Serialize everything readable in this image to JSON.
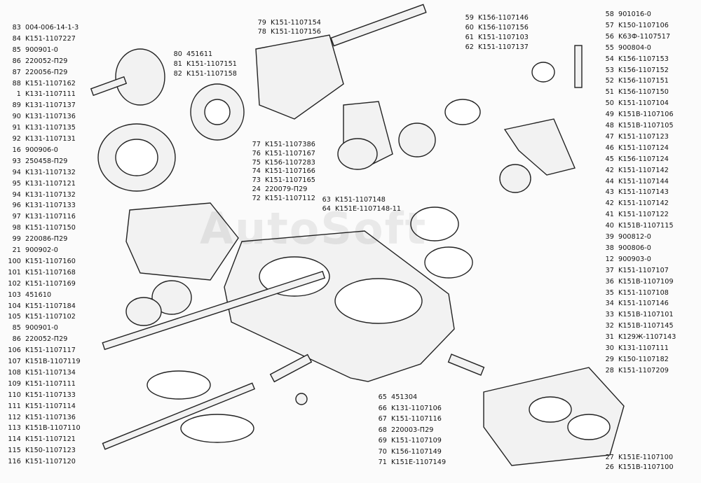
{
  "watermark": "AutoSoft",
  "left_column": [
    {
      "num": "83",
      "part": "004-006-14-1-3"
    },
    {
      "num": "84",
      "part": "K151-1107227"
    },
    {
      "num": "85",
      "part": "900901-0"
    },
    {
      "num": "86",
      "part": "220052-П29"
    },
    {
      "num": "87",
      "part": "220056-П29"
    },
    {
      "num": "88",
      "part": "K151-1107162"
    },
    {
      "num": "1",
      "part": "K131-1107111"
    },
    {
      "num": "89",
      "part": "K131-1107137"
    },
    {
      "num": "90",
      "part": "K131-1107136"
    },
    {
      "num": "91",
      "part": "K131-1107135"
    },
    {
      "num": "92",
      "part": "K131-1107131"
    },
    {
      "num": "16",
      "part": "900906-0"
    },
    {
      "num": "93",
      "part": "250458-П29"
    },
    {
      "num": "94",
      "part": "K131-1107132"
    },
    {
      "num": "95",
      "part": "K131-1107121"
    },
    {
      "num": "94",
      "part": "K131-1107132"
    },
    {
      "num": "96",
      "part": "K131-1107133"
    },
    {
      "num": "97",
      "part": "K131-1107116"
    },
    {
      "num": "98",
      "part": "K151-1107150"
    },
    {
      "num": "99",
      "part": "220086-П29"
    },
    {
      "num": "21",
      "part": "900902-0"
    },
    {
      "num": "100",
      "part": "K151-1107160"
    },
    {
      "num": "101",
      "part": "K151-1107168"
    },
    {
      "num": "102",
      "part": "K151-1107169"
    },
    {
      "num": "103",
      "part": "451610"
    },
    {
      "num": "104",
      "part": "K151-1107184"
    },
    {
      "num": "105",
      "part": "K151-1107102"
    },
    {
      "num": "85",
      "part": "900901-0"
    },
    {
      "num": "86",
      "part": "220052-П29"
    },
    {
      "num": "106",
      "part": "K151-1107117"
    },
    {
      "num": "107",
      "part": "K151B-1107119"
    },
    {
      "num": "108",
      "part": "K151-1107134"
    },
    {
      "num": "109",
      "part": "K151-1107111"
    },
    {
      "num": "110",
      "part": "K151-1107133"
    },
    {
      "num": "111",
      "part": "K151-1107114"
    },
    {
      "num": "112",
      "part": "K151-1107136"
    },
    {
      "num": "113",
      "part": "K151B-1107110"
    },
    {
      "num": "114",
      "part": "K151-1107121"
    },
    {
      "num": "115",
      "part": "K150-1107123"
    },
    {
      "num": "116",
      "part": "K151-1107120"
    }
  ],
  "right_column": [
    {
      "num": "58",
      "part": "901016-0"
    },
    {
      "num": "57",
      "part": "K150-1107106"
    },
    {
      "num": "56",
      "part": "K63Ф-1107517"
    },
    {
      "num": "55",
      "part": "900804-0"
    },
    {
      "num": "54",
      "part": "K156-1107153"
    },
    {
      "num": "53",
      "part": "K156-1107152"
    },
    {
      "num": "52",
      "part": "K156-1107151"
    },
    {
      "num": "51",
      "part": "K156-1107150"
    },
    {
      "num": "50",
      "part": "K151-1107104"
    },
    {
      "num": "49",
      "part": "K151B-1107106"
    },
    {
      "num": "48",
      "part": "K151B-1107105"
    },
    {
      "num": "47",
      "part": "K151-1107123"
    },
    {
      "num": "46",
      "part": "K151-1107124"
    },
    {
      "num": "45",
      "part": "K156-1107124"
    },
    {
      "num": "42",
      "part": "K151-1107142"
    },
    {
      "num": "44",
      "part": "K151-1107144"
    },
    {
      "num": "43",
      "part": "K151-1107143"
    },
    {
      "num": "42",
      "part": "K151-1107142"
    },
    {
      "num": "41",
      "part": "K151-1107122"
    },
    {
      "num": "40",
      "part": "K151B-1107115"
    },
    {
      "num": "39",
      "part": "900812-0"
    },
    {
      "num": "38",
      "part": "900806-0"
    },
    {
      "num": "12",
      "part": "900903-0"
    },
    {
      "num": "37",
      "part": "K151-1107107"
    },
    {
      "num": "36",
      "part": "K151B-1107109"
    },
    {
      "num": "35",
      "part": "K151-1107108"
    },
    {
      "num": "34",
      "part": "K151-1107146"
    },
    {
      "num": "33",
      "part": "K151B-1107101"
    },
    {
      "num": "32",
      "part": "K151B-1107145"
    },
    {
      "num": "31",
      "part": "K129Ж-1107143"
    },
    {
      "num": "30",
      "part": "K131-1107111"
    },
    {
      "num": "29",
      "part": "K150-1107182"
    },
    {
      "num": "28",
      "part": "K151-1107209"
    }
  ],
  "right_bottom": [
    {
      "num": "27",
      "part": "K151E-1107100"
    },
    {
      "num": "26",
      "part": "K151B-1107100"
    }
  ],
  "top_mid_a": [
    {
      "num": "79",
      "part": "K151-1107154"
    },
    {
      "num": "78",
      "part": "K151-1107156"
    }
  ],
  "top_mid_b": [
    {
      "num": "80",
      "part": "451611"
    },
    {
      "num": "81",
      "part": "K151-1107151"
    },
    {
      "num": "82",
      "part": "K151-1107158"
    }
  ],
  "top_right_mid": [
    {
      "num": "59",
      "part": "K156-1107146"
    },
    {
      "num": "60",
      "part": "K156-1107156"
    },
    {
      "num": "61",
      "part": "K151-1107103"
    },
    {
      "num": "62",
      "part": "K151-1107137"
    }
  ],
  "center_block": [
    {
      "num": "77",
      "part": "K151-1107386"
    },
    {
      "num": "76",
      "part": "K151-1107167"
    },
    {
      "num": "75",
      "part": "K156-1107283"
    },
    {
      "num": "74",
      "part": "K151-1107166"
    },
    {
      "num": "73",
      "part": "K151-1107165"
    },
    {
      "num": "24",
      "part": "220079-П29"
    },
    {
      "num": "72",
      "part": "K151-1107112"
    }
  ],
  "center_pair": [
    {
      "num": "63",
      "part": "K151-1107148"
    },
    {
      "num": "64",
      "part": "K151E-1107148-11"
    }
  ],
  "bottom_center": [
    {
      "num": "65",
      "part": "451304"
    },
    {
      "num": "66",
      "part": "K131-1107106"
    },
    {
      "num": "67",
      "part": "K151-1107116"
    },
    {
      "num": "68",
      "part": "220003-П29"
    },
    {
      "num": "69",
      "part": "K151-1107109"
    },
    {
      "num": "70",
      "part": "K156-1107149"
    },
    {
      "num": "71",
      "part": "K151E-1107149"
    }
  ]
}
